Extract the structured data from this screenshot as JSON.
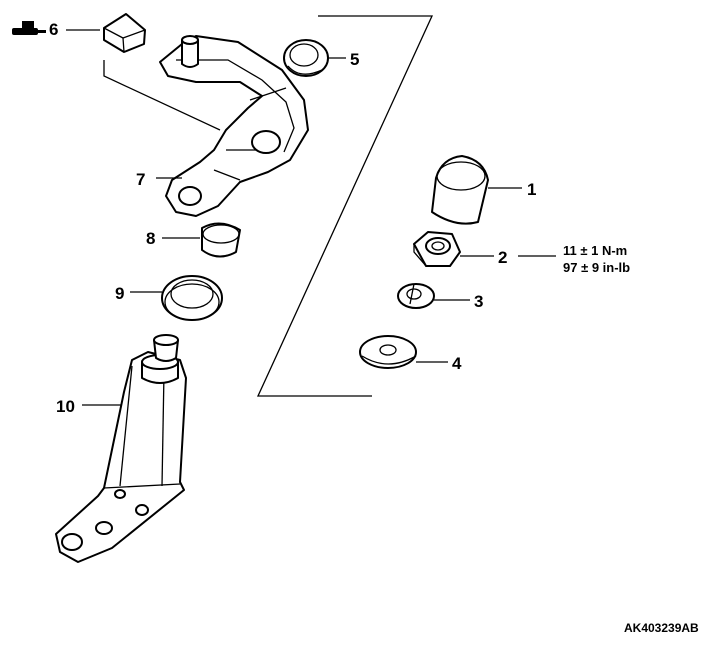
{
  "callouts": {
    "c1": "1",
    "c2": "2",
    "c3": "3",
    "c4": "4",
    "c5": "5",
    "c6": "6",
    "c7": "7",
    "c8": "8",
    "c9": "9",
    "c10": "10"
  },
  "torque": {
    "metric": "11 ± 1 N-m",
    "imperial": "97 ± 9 in-lb"
  },
  "figure_code": "AK403239AB",
  "icons": [
    "grease-gun-icon"
  ]
}
